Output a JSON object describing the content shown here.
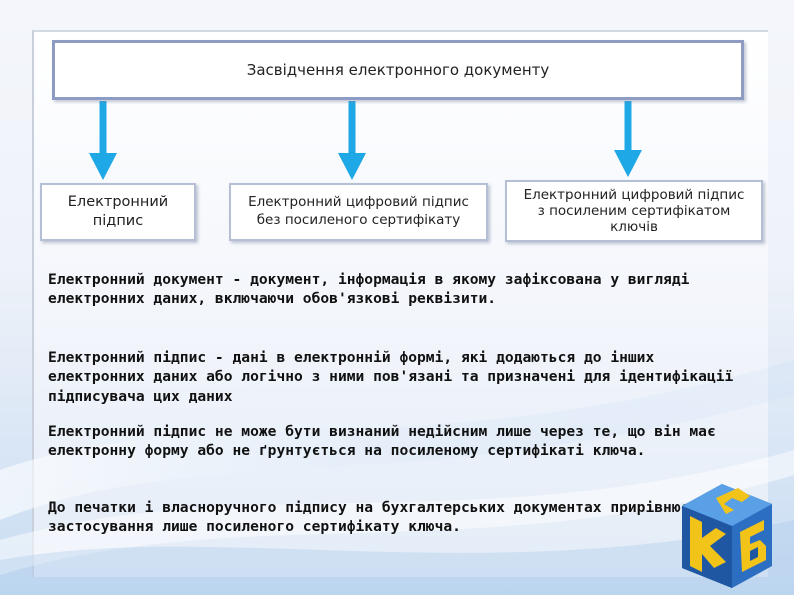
{
  "diagram": {
    "title": "Засвідчення електронного документу",
    "children": [
      "Електронний\nпідпис",
      "Електронний цифровий підпис\nбез посиленого сертифікату",
      "Електронний цифровий підпис\nз посиленим сертифікатом\nключів"
    ]
  },
  "paragraphs": [
    "Електронний документ - документ, інформація в якому зафіксована у вигляді електронних даних, включаючи обов'язкові реквізити.",
    "Електронний підпис - дані в електронній формі, які додаються до інших електронних даних або логічно з ними пов'язані та призначені для ідентифікації підписувача цих даних",
    "Електронний підпис не може бути визнаний недійсним лише через те, що він має електронну форму або не ґрунтується на посиленому сертифікаті ключа.",
    "До печатки і власноручного підпису на бухгалтерських документах прирівнюється застосування лише посиленого сертифікату ключа."
  ],
  "colors": {
    "arrow": "#1fa8e6",
    "box_border": "#8e9cc4",
    "logo_yellow": "#f2c318",
    "logo_blue": "#2c6fc2"
  }
}
